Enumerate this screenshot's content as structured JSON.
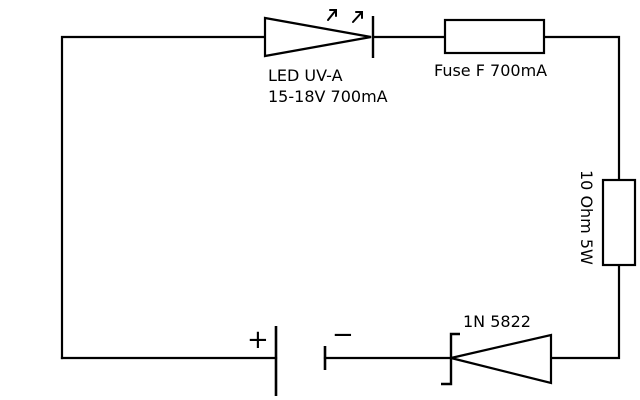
{
  "components": {
    "led": {
      "label_line1": "LED UV-A",
      "label_line2": "15-18V 700mA"
    },
    "fuse": {
      "label": "Fuse F 700mA"
    },
    "resistor": {
      "label": "10 Ohm 5W"
    },
    "diode": {
      "label": "1N 5822"
    },
    "battery": {
      "plus": "+",
      "minus": "−"
    }
  },
  "colors": {
    "stroke": "#000000",
    "background": "#ffffff"
  }
}
